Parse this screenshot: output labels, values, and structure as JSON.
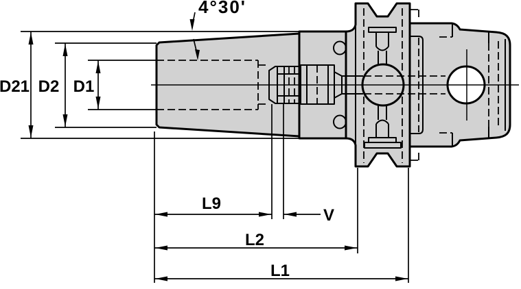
{
  "drawing": {
    "type": "technical-drawing",
    "subject": "taper-shank-toolholder-side-view",
    "labels": {
      "angle": "4°30'",
      "d21": "D21",
      "d2": "D2",
      "d1": "D1",
      "l9": "L9",
      "v": "V",
      "l2": "L2",
      "l1": "L1"
    },
    "colors": {
      "background": "#ffffff",
      "body_fill": "#d2d2d2",
      "line": "#000000"
    }
  }
}
